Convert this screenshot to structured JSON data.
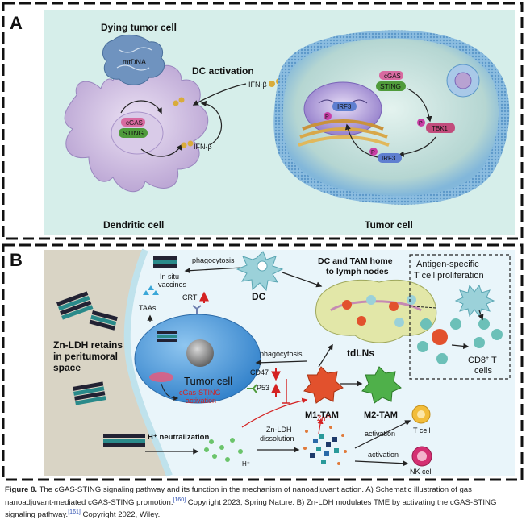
{
  "panel_a": {
    "letter": "A",
    "dying_tumor_cell": "Dying tumor cell",
    "mtdna": "mtDNA",
    "dc_activation": "DC activation",
    "ifnb_top": "IFN-β",
    "ifnb_left": "IFN-β",
    "cgas_left": "cGAS",
    "sting_left": "STING",
    "dendritic_cell": "Dendritic cell",
    "tumor_cell": "Tumor cell",
    "cgas_right": "cGAS",
    "sting_right": "STING",
    "irf3_nucleus": "IRF3",
    "tbk1": "TBK1",
    "irf3_lower": "IRF3",
    "p": "P"
  },
  "panel_b": {
    "letter": "B",
    "phagocytosis_top": "phagocytosis",
    "in_situ_vaccines_1": "In situ",
    "in_situ_vaccines_2": "vaccines",
    "dc_and_tam_1": "DC and TAM home",
    "dc_and_tam_2": "to lymph nodes",
    "antigen_1": "Antigen-specific",
    "antigen_2": "T cell proliferation",
    "crt": "CRT",
    "dc": "DC",
    "taas": "TAAs",
    "zn_ldh_1": "Zn-LDH retains",
    "zn_ldh_2": "in peritumoral",
    "zn_ldh_3": "space",
    "tumor_cell": "Tumor cell",
    "cgas_sting_1": "cGas-STING",
    "cgas_sting_2": "activation",
    "phagocytosis_mid": "phagocytosis",
    "cd47": "CD47",
    "p53": "P53",
    "tdlns": "tdLNs",
    "m1_tam": "M1-TAM",
    "m2_tam": "M2-TAM",
    "cd8_1": "CD8",
    "cd8_sup": "+",
    "cd8_t": " T",
    "cd8_2": "cells",
    "zn2": "Zn",
    "zn2_sup": "2+",
    "h_neutralization": "H⁺ neutralization",
    "zn_dissolution_1": "Zn-LDH",
    "zn_dissolution_2": "dissolution",
    "h_plus": "H⁺",
    "activation_1": "activation",
    "activation_2": "activation",
    "t_cell": "T cell",
    "nk_cell": "NK cell"
  },
  "caption": {
    "label": "Figure 8.",
    "text1": "  The cGAS-STING signaling pathway and its function in the mechanism of nanoadjuvant action. A) Schematic illustration of gas nanoadjuvant-mediated cGAS-STING promotion.",
    "ref1": "[160]",
    "text2": " Copyright 2023, Spring Nature. B) Zn-LDH modulates TME by activating the cGAS-STING signaling pathway.",
    "ref2": "[161]",
    "text3": " Copyright 2022, Wiley."
  },
  "colors": {
    "panel_a_bg": "#d6eeea",
    "tumor_membrane": "#7fb0d8",
    "tumor_cyto": "#b9d9d6",
    "dendritic": "#c7b6dc",
    "mtdna": "#6b8fb8",
    "panel_b_bg": "#e9f5fa",
    "peritumoral": "#d9d4c5",
    "tumor_b": "#3f8fd6",
    "m1": "#e2512d",
    "m2": "#4fb04a",
    "lymph": "#e2e7a8",
    "tcell": "#f2bd3a",
    "nkcell": "#d42f72",
    "sting_green": "#4f9b3b",
    "cgas_pink": "#d86aa0"
  }
}
